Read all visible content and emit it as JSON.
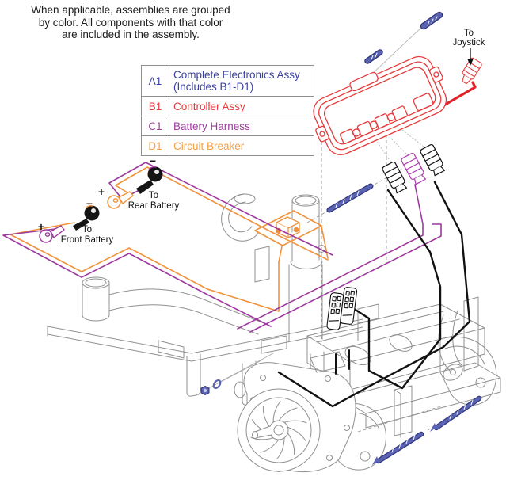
{
  "note": {
    "line1": "When applicable, assemblies are grouped",
    "line2": "by color. All components with that color",
    "line3": "are included in the assembly."
  },
  "legend": {
    "rows": [
      {
        "code": "A1",
        "label": "Complete Electronics Assy (Includes B1-D1)",
        "color": "#3a3f9f"
      },
      {
        "code": "B1",
        "label": "Controller Assy",
        "color": "#e63a3c"
      },
      {
        "code": "C1",
        "label": "Battery Harness",
        "color": "#9c3a9e"
      },
      {
        "code": "D1",
        "label": "Circuit Breaker",
        "color": "#f5a044"
      }
    ]
  },
  "labels": {
    "joystick_line1": "To",
    "joystick_line2": "Joystick",
    "rear_line1": "To",
    "rear_line2": "Rear Battery",
    "front_line1": "To",
    "front_line2": "Front Battery",
    "plus": "+",
    "minus": "−"
  },
  "colors": {
    "assembly_blue": "#3a3f9f",
    "controller_red": "#e63a3c",
    "cable_red": "#e2242a",
    "harness_purple": "#9c3a9e",
    "breaker_orange": "#f0923a",
    "hardware_blue": "#5a63b2",
    "frame_gray": "#909090",
    "wire_black": "#111111"
  }
}
